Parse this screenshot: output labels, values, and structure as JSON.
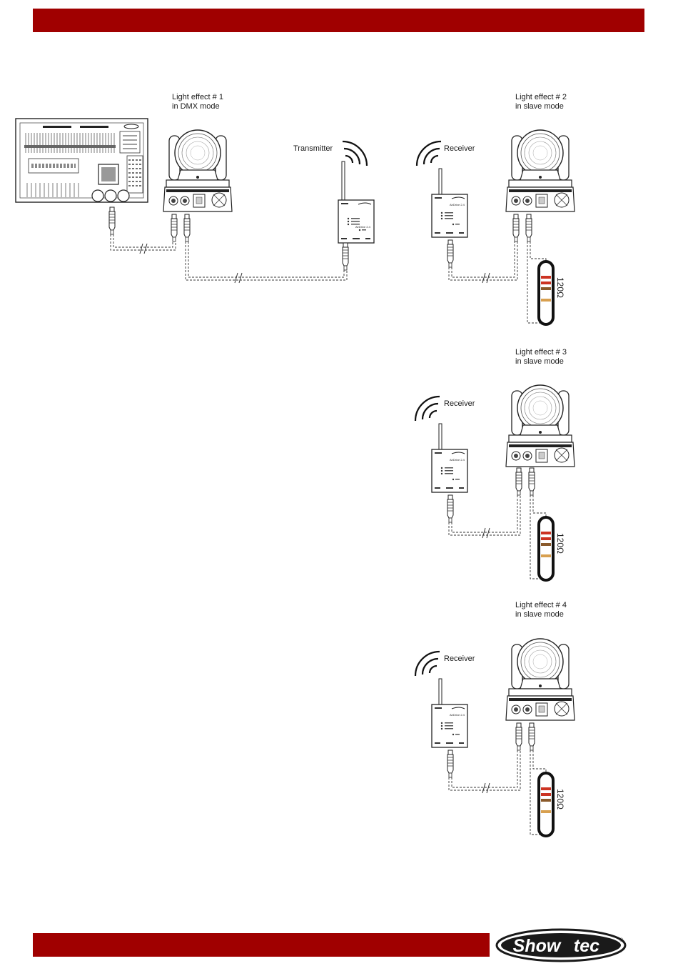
{
  "colors": {
    "brand": "#a00000"
  },
  "header": {
    "band": ""
  },
  "footer": {
    "logo_text": "Show",
    "logo_text2": "tec",
    "logo_mark": "®"
  },
  "controller": {
    "icon": "dmx-controller-icon"
  },
  "light_effect_1": {
    "line1": "Light effect # 1",
    "line2": "in DMX mode"
  },
  "transmitter": {
    "label": "Transmitter",
    "unit_name": "AirDrive 2.4"
  },
  "groups": [
    {
      "line1": "Light effect # 2",
      "line2": "in slave mode",
      "receiver": "Receiver",
      "unit_name": "AirDrive 2.4",
      "resistor": "120Ω"
    },
    {
      "line1": "Light effect # 3",
      "line2": "in slave mode",
      "receiver": "Receiver",
      "unit_name": "AirDrive 2.4",
      "resistor": "120Ω"
    },
    {
      "line1": "Light effect # 4",
      "line2": "in slave mode",
      "receiver": "Receiver",
      "unit_name": "AirDrive 2.4",
      "resistor": "120Ω"
    }
  ]
}
